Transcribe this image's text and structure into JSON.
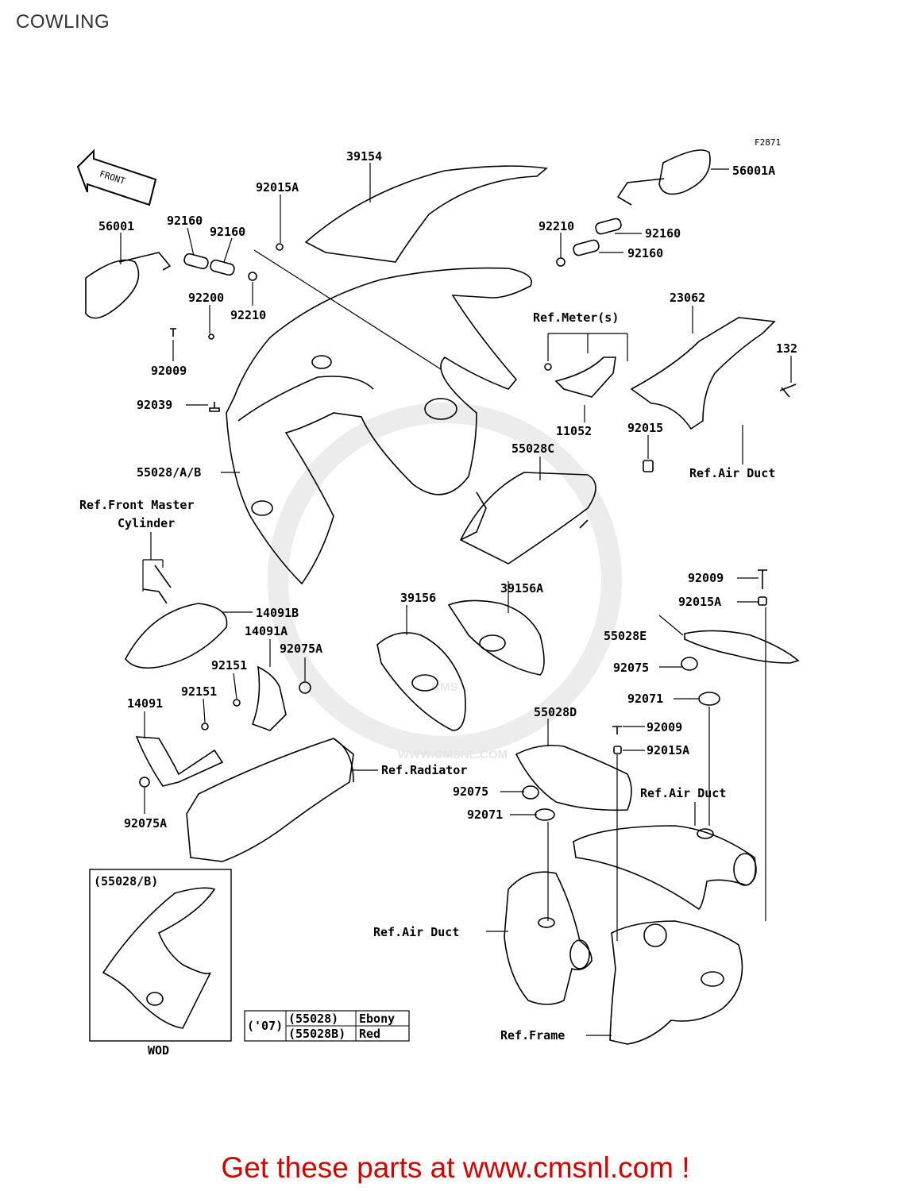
{
  "page": {
    "title": "COWLING"
  },
  "diagram": {
    "figure_id": "F2871",
    "front_arrow_label": "FRONT",
    "callouts": {
      "p39154": "39154",
      "p56001A": "56001A",
      "p56001": "56001",
      "p92160a": "92160",
      "p92160b": "92160",
      "p92015A_top": "92015A",
      "p92210_right": "92210",
      "p92160c": "92160",
      "p92160d": "92160",
      "p92200": "92200",
      "p92210_left": "92210",
      "p92009_left": "92009",
      "p92039": "92039",
      "p23062": "23062",
      "ref_meter": "Ref.Meter(s)",
      "p132": "132",
      "p11052": "11052",
      "p92015": "92015",
      "p55028C": "55028C",
      "ref_air_duct_1": "Ref.Air Duct",
      "p55028AB": "55028/A/B",
      "ref_front_master_1": "Ref.Front Master",
      "ref_front_master_2": "Cylinder",
      "p14091B": "14091B",
      "p14091A": "14091A",
      "p92075A_top": "92075A",
      "p92151a": "92151",
      "p92151b": "92151",
      "p14091": "14091",
      "p92075A_bottom": "92075A",
      "p39156A": "39156A",
      "p39156": "39156",
      "p92009_r1": "92009",
      "p92015A_r1": "92015A",
      "p55028E": "55028E",
      "p92075_r1": "92075",
      "p92071_r1": "92071",
      "p55028D": "55028D",
      "p92009_r2": "92009",
      "p92015A_r2": "92015A",
      "ref_radiator": "Ref.Radiator",
      "p92075_r2": "92075",
      "p92071_r2": "92071",
      "ref_air_duct_2": "Ref.Air Duct",
      "ref_air_duct_3": "Ref.Air Duct",
      "ref_frame": "Ref.Frame"
    },
    "inset": {
      "title": "(55028/B)",
      "caption": "WOD"
    },
    "color_table": {
      "year": "('07)",
      "rows": [
        {
          "part": "(55028)",
          "color": "Ebony"
        },
        {
          "part": "(55028B)",
          "color": "Red"
        }
      ]
    },
    "watermark": {
      "logo": "CMS",
      "url": "WWW.CMSNL.COM"
    }
  },
  "promo": {
    "text": "Get these parts at www.cmsnl.com !",
    "color": "#d40000"
  }
}
